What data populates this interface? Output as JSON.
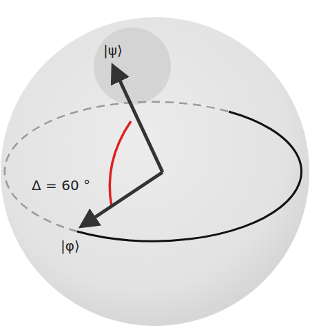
{
  "diagram": {
    "labels": [
      "|ψ⟩",
      "Δ = 60 °",
      "|φ⟩"
    ]
  }
}
